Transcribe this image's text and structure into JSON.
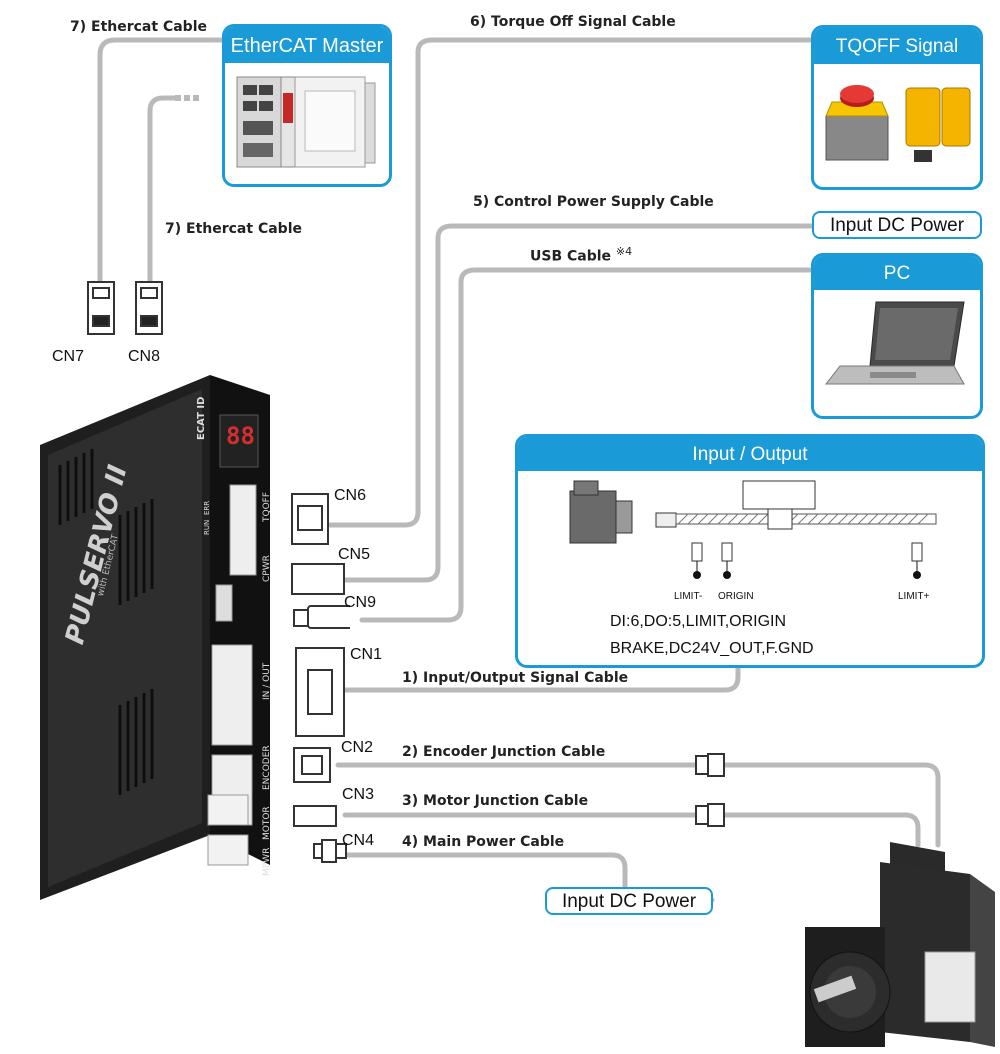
{
  "cables": {
    "ethercat_1": "7) Ethercat Cable",
    "ethercat_2": "7) Ethercat Cable",
    "torque_off": "6) Torque Off Signal Cable",
    "control_power": "5) Control Power Supply Cable",
    "usb": "USB Cable",
    "usb_note": "※4",
    "io_signal": "1) Input/Output Signal Cable",
    "encoder": "2) Encoder Junction Cable",
    "motor": "3) Motor Junction Cable",
    "main_power": "4) Main Power Cable"
  },
  "boxes": {
    "ethercat_master": "EtherCAT Master",
    "tqoff": "TQOFF Signal",
    "pc": "PC",
    "io": "Input / Output",
    "input_dc_top": "Input DC Power",
    "input_dc_bottom": "Input DC Power"
  },
  "connectors": {
    "cn7": "CN7",
    "cn8": "CN8",
    "cn6": "CN6",
    "cn5": "CN5",
    "cn9": "CN9",
    "cn1": "CN1",
    "cn2": "CN2",
    "cn3": "CN3",
    "cn4": "CN4"
  },
  "io": {
    "limit_minus": "LIMIT-",
    "origin": "ORIGIN",
    "limit_plus": "LIMIT+",
    "line1": "DI:6,DO:5,LIMIT,ORIGIN",
    "line2": "BRAKE,DC24V_OUT,F.GND"
  },
  "drive": {
    "brand": "PULSERVO II",
    "sub": "with EtherCAT",
    "ecat_id": "ECAT ID",
    "digits": "88",
    "tqoff_lbl": "TQOFF",
    "cpwr_lbl": "CPWR",
    "io_lbl": "IN / OUT",
    "encoder_lbl": "ENCODER",
    "motor_lbl": "MOTOR",
    "mpwr_lbl": "MPWR",
    "run_lbl": "RUN",
    "err_lbl": "ERR"
  },
  "colors": {
    "accent": "#1a9ad6",
    "cable": "#b9b9b9",
    "drive": "#2b2b2b"
  }
}
